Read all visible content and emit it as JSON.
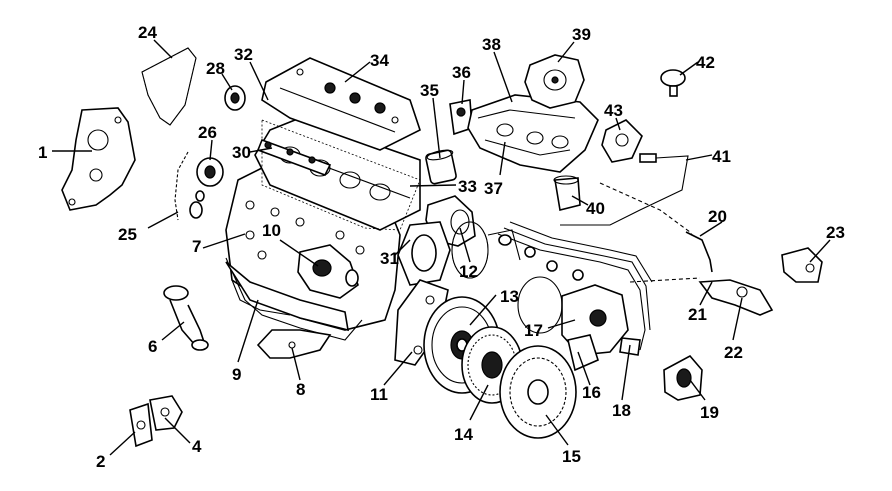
{
  "diagram": {
    "callouts": [
      "1",
      "2",
      "4",
      "6",
      "7",
      "8",
      "9",
      "10",
      "11",
      "12",
      "13",
      "14",
      "15",
      "16",
      "17",
      "18",
      "19",
      "20",
      "21",
      "22",
      "23",
      "24",
      "25",
      "26",
      "28",
      "30",
      "31",
      "32",
      "33",
      "34",
      "35",
      "36",
      "37",
      "38",
      "39",
      "40",
      "41",
      "42",
      "43"
    ]
  }
}
